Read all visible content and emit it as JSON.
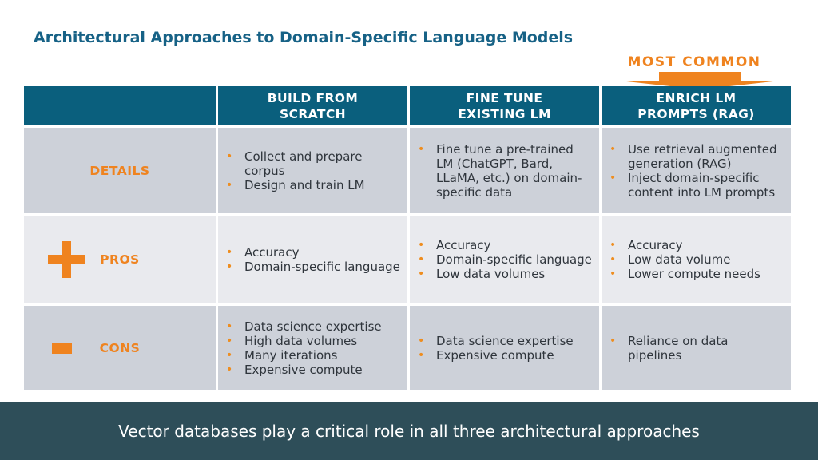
{
  "title": "Architectural Approaches to Domain-Specific Language Models",
  "annotation": {
    "most_common_label": "MOST COMMON"
  },
  "colors": {
    "header_teal": "#0A5F7D",
    "accent_orange": "#EF831F",
    "row_gray": "#CDD1D9",
    "row_light": "#E9EAEE",
    "banner_bg": "#2E4E59",
    "title_color": "#176286",
    "body_text": "#2F353C"
  },
  "table": {
    "headers": [
      {
        "line1": "",
        "line2": ""
      },
      {
        "line1": "BUILD FROM",
        "line2": "SCRATCH"
      },
      {
        "line1": "FINE TUNE",
        "line2": "EXISTING LM"
      },
      {
        "line1": "ENRICH LM",
        "line2": "PROMPTS (RAG)"
      }
    ],
    "rows": [
      {
        "label": "DETAILS",
        "icon": "none",
        "cells": {
          "build": [
            "Collect and prepare corpus",
            "Design and train LM"
          ],
          "finetune": [
            "Fine tune a pre-trained LM (ChatGPT, Bard, LLaMA, etc.) on domain-specific data"
          ],
          "rag": [
            "Use retrieval augmented generation (RAG)",
            "Inject domain-specific content into LM prompts"
          ]
        }
      },
      {
        "label": "PROS",
        "icon": "plus-icon",
        "cells": {
          "build": [
            "Accuracy",
            "Domain-specific language"
          ],
          "finetune": [
            "Accuracy",
            "Domain-specific language",
            "Low data volumes"
          ],
          "rag": [
            "Accuracy",
            "Low data volume",
            "Lower compute needs"
          ]
        }
      },
      {
        "label": "CONS",
        "icon": "minus-icon",
        "cells": {
          "build": [
            "Data science expertise",
            "High data volumes",
            "Many iterations",
            "Expensive compute"
          ],
          "finetune": [
            "Data science expertise",
            "Expensive compute"
          ],
          "rag": [
            "Reliance on data pipelines"
          ]
        }
      }
    ]
  },
  "footer": {
    "text": "Vector databases play a critical role in all three architectural approaches"
  }
}
